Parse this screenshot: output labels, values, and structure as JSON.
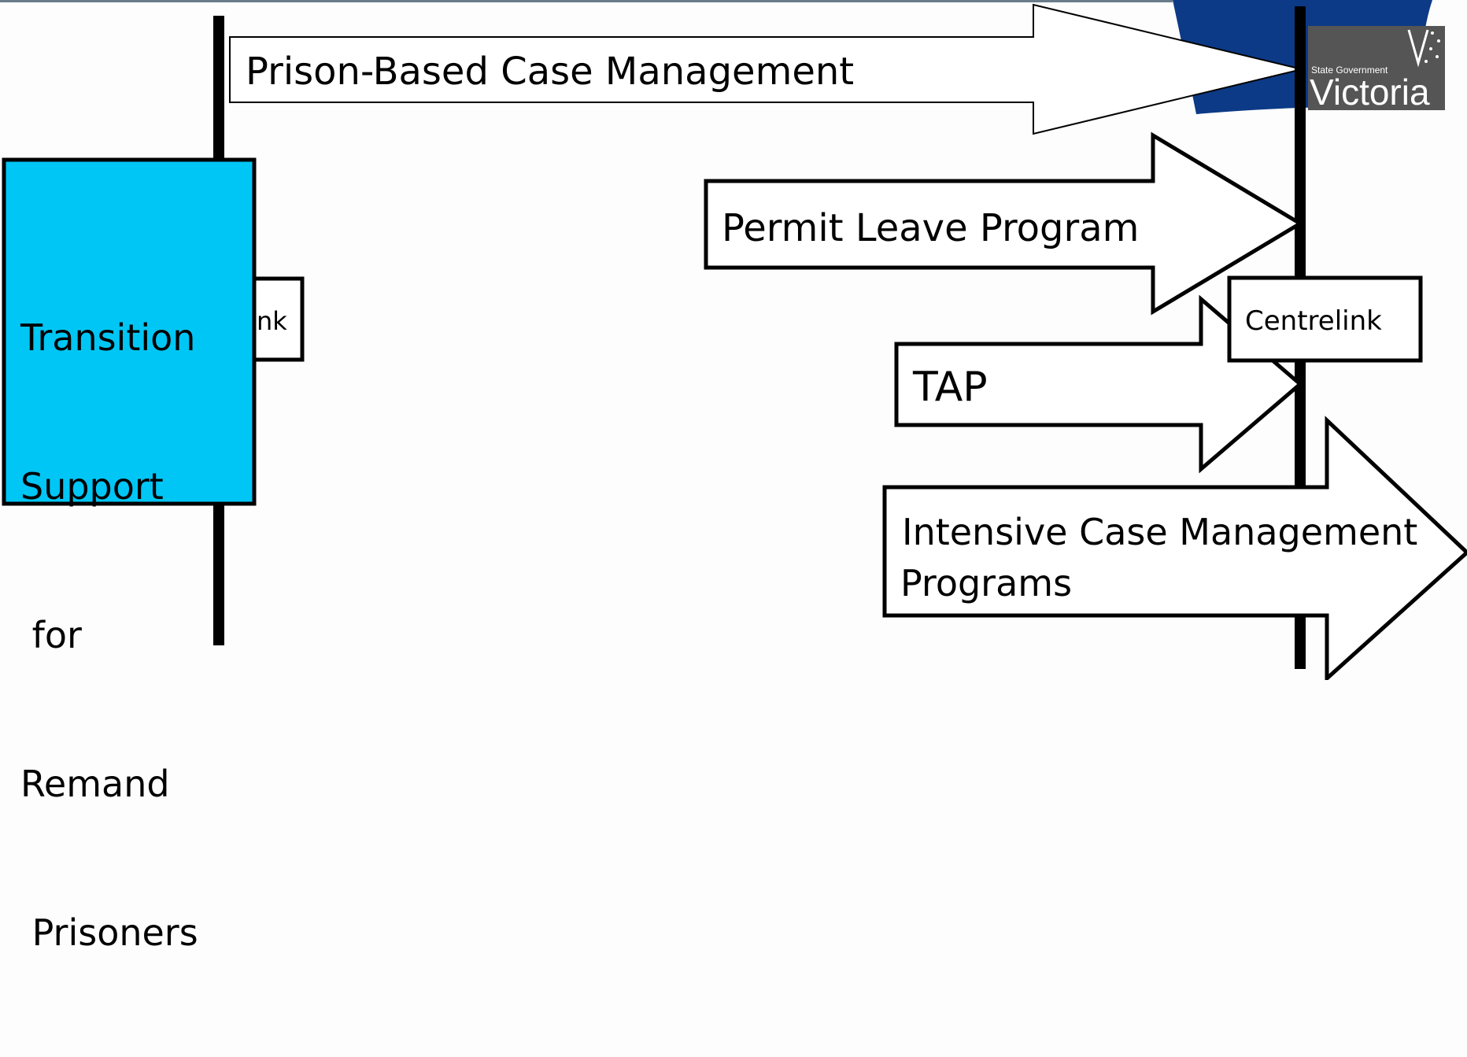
{
  "logo": {
    "line1": "State Government",
    "line2": "Victoria",
    "colors": {
      "blue": "#0c3a86",
      "grey": "#555555"
    }
  },
  "arrows": {
    "prison_case_management": "Prison-Based Case Management",
    "permit_leave": "Permit Leave Program",
    "tap": "TAP",
    "intensive_case_management": {
      "line1": "Intensive Case Management",
      "line2": "Programs"
    }
  },
  "boxes": {
    "transition_support": {
      "lines": [
        "Transition",
        "Support",
        " for",
        "Remand",
        " Prisoners"
      ],
      "fill": "#00c6f5"
    },
    "centrelink_left_partial": "nk",
    "centrelink_right": "Centrelink"
  }
}
